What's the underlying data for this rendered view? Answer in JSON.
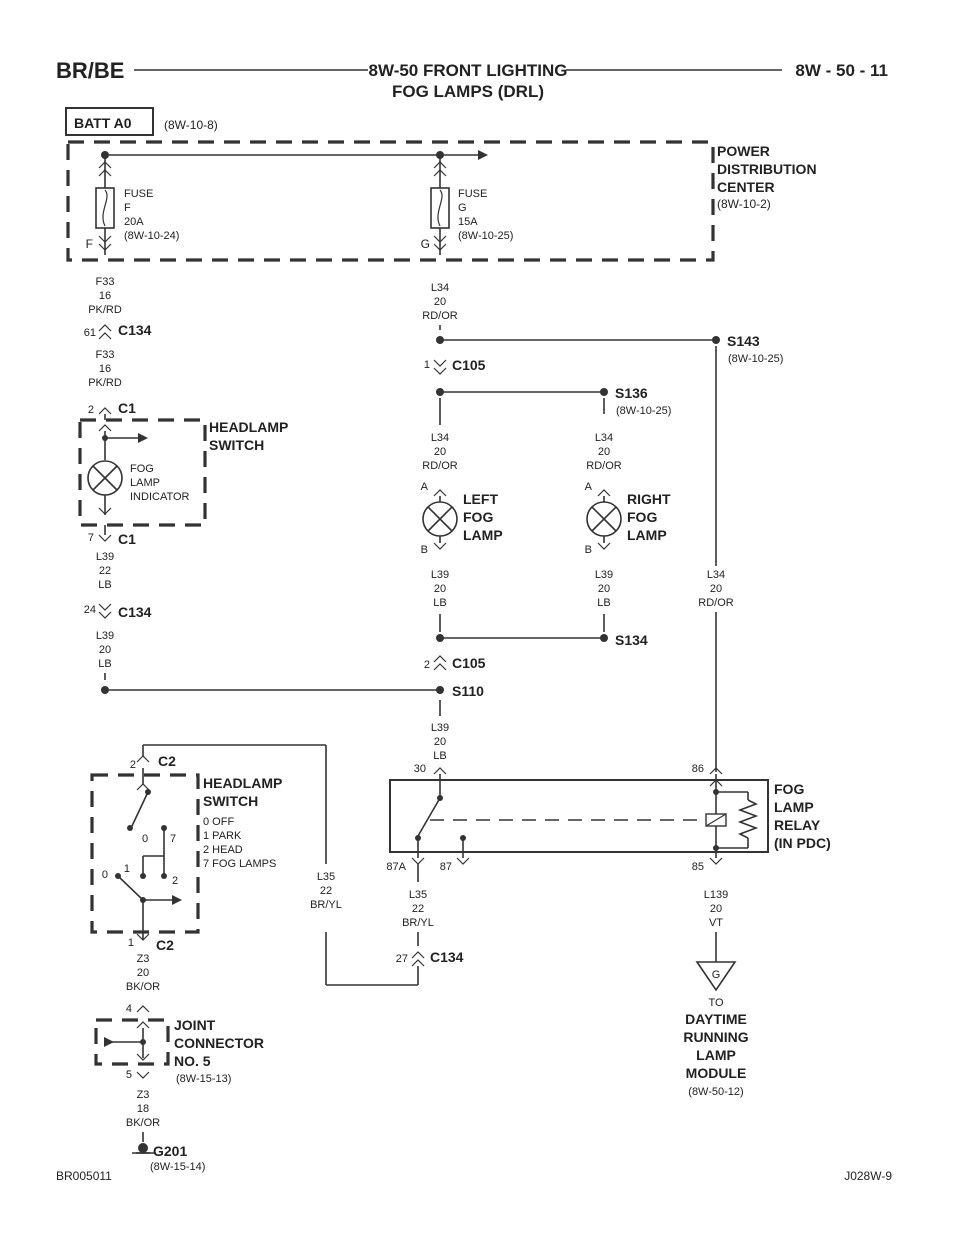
{
  "header": {
    "left": "BR/BE",
    "title_line1": "8W-50 FRONT LIGHTING",
    "title_line2": "FOG LAMPS (DRL)",
    "right": "8W - 50 - 11"
  },
  "batt": {
    "label": "BATT A0",
    "ref": "(8W-10-8)"
  },
  "pdc": {
    "line1": "POWER",
    "line2": "DISTRIBUTION",
    "line3": "CENTER",
    "ref": "(8W-10-2)"
  },
  "fuse_f": {
    "l1": "FUSE",
    "l2": "F",
    "l3": "20A",
    "ref": "(8W-10-24)",
    "pin": "F"
  },
  "fuse_g": {
    "l1": "FUSE",
    "l2": "G",
    "l3": "15A",
    "ref": "(8W-10-25)",
    "pin": "G"
  },
  "wires": {
    "f33_a": {
      "circuit": "F33",
      "gauge": "16",
      "color": "PK/RD"
    },
    "f33_b": {
      "circuit": "F33",
      "gauge": "16",
      "color": "PK/RD"
    },
    "l34_top": {
      "circuit": "L34",
      "gauge": "20",
      "color": "RD/OR"
    },
    "l34_left": {
      "circuit": "L34",
      "gauge": "20",
      "color": "RD/OR"
    },
    "l34_right": {
      "circuit": "L34",
      "gauge": "20",
      "color": "RD/OR"
    },
    "l34_long": {
      "circuit": "L34",
      "gauge": "20",
      "color": "RD/OR"
    },
    "l39_sw": {
      "circuit": "L39",
      "gauge": "22",
      "color": "LB"
    },
    "l39_c134": {
      "circuit": "L39",
      "gauge": "20",
      "color": "LB"
    },
    "l39_left": {
      "circuit": "L39",
      "gauge": "20",
      "color": "LB"
    },
    "l39_right": {
      "circuit": "L39",
      "gauge": "20",
      "color": "LB"
    },
    "l39_relay": {
      "circuit": "L39",
      "gauge": "20",
      "color": "LB"
    },
    "l35_sw": {
      "circuit": "L35",
      "gauge": "22",
      "color": "BR/YL"
    },
    "l35_relay": {
      "circuit": "L35",
      "gauge": "22",
      "color": "BR/YL"
    },
    "l139": {
      "circuit": "L139",
      "gauge": "20",
      "color": "VT"
    },
    "z3_a": {
      "circuit": "Z3",
      "gauge": "20",
      "color": "BK/OR"
    },
    "z3_b": {
      "circuit": "Z3",
      "gauge": "18",
      "color": "BK/OR"
    }
  },
  "connectors": {
    "c134_61": {
      "pin": "61",
      "name": "C134"
    },
    "c134_24": {
      "pin": "24",
      "name": "C134"
    },
    "c134_27": {
      "pin": "27",
      "name": "C134"
    },
    "c1_2": {
      "pin": "2",
      "name": "C1"
    },
    "c1_7": {
      "pin": "7",
      "name": "C1"
    },
    "c105_1": {
      "pin": "1",
      "name": "C105"
    },
    "c105_2": {
      "pin": "2",
      "name": "C105"
    },
    "c2_2": {
      "pin": "2",
      "name": "C2"
    },
    "c2_1": {
      "pin": "1",
      "name": "C2"
    }
  },
  "splices": {
    "s143": {
      "name": "S143",
      "ref": "(8W-10-25)"
    },
    "s136": {
      "name": "S136",
      "ref": "(8W-10-25)"
    },
    "s134": {
      "name": "S134"
    },
    "s110": {
      "name": "S110"
    }
  },
  "headlamp_switch_top": {
    "line1": "HEADLAMP",
    "line2": "SWITCH",
    "ind1": "FOG",
    "ind2": "LAMP",
    "ind3": "INDICATOR"
  },
  "left_fog": {
    "line1": "LEFT",
    "line2": "FOG",
    "line3": "LAMP",
    "pin_a": "A",
    "pin_b": "B"
  },
  "right_fog": {
    "line1": "RIGHT",
    "line2": "FOG",
    "line3": "LAMP",
    "pin_a": "A",
    "pin_b": "B"
  },
  "headlamp_switch_bottom": {
    "line1": "HEADLAMP",
    "line2": "SWITCH",
    "positions": [
      "0 OFF",
      "1 PARK",
      "2 HEAD",
      "7 FOG LAMPS"
    ],
    "contact_0a": "0",
    "contact_7": "7",
    "contact_0b": "0",
    "contact_1": "1",
    "contact_2": "2"
  },
  "relay": {
    "line1": "FOG",
    "line2": "LAMP",
    "line3": "RELAY",
    "line4": "(IN PDC)",
    "pin_30": "30",
    "pin_86": "86",
    "pin_87a": "87A",
    "pin_87": "87",
    "pin_85": "85"
  },
  "joint": {
    "line1": "JOINT",
    "line2": "CONNECTOR",
    "line3": "NO. 5",
    "ref": "(8W-15-13)",
    "pin_top": "4",
    "pin_bot": "5"
  },
  "ground": {
    "name": "G201",
    "ref": "(8W-15-14)"
  },
  "drl": {
    "marker": "G",
    "to": "TO",
    "line1": "DAYTIME",
    "line2": "RUNNING",
    "line3": "LAMP",
    "line4": "MODULE",
    "ref": "(8W-50-12)"
  },
  "footer": {
    "left": "BR005011",
    "right": "J028W-9"
  }
}
